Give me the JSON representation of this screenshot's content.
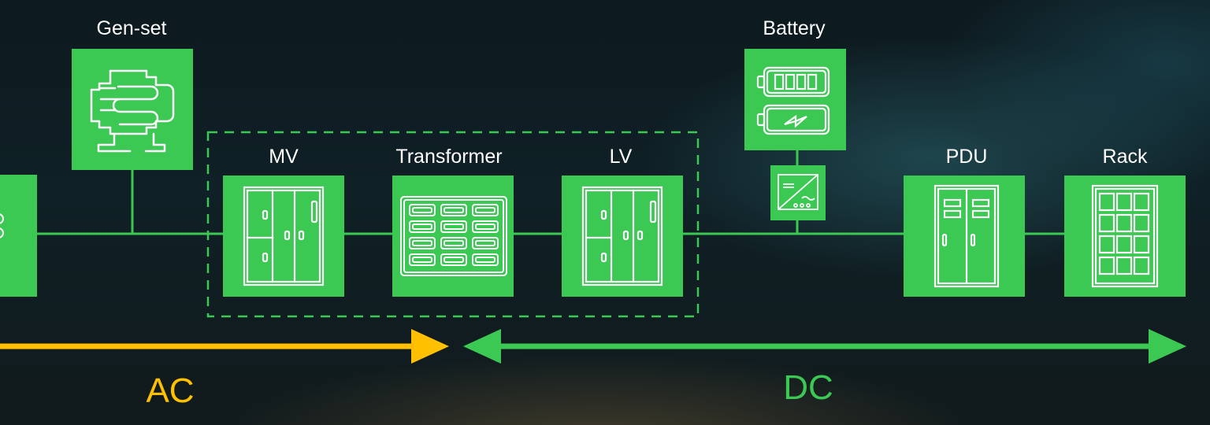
{
  "nodes": {
    "genset": {
      "label": "Gen-set",
      "icon": "generator-icon"
    },
    "battery": {
      "label": "Battery",
      "icon": "battery-icon"
    },
    "mv": {
      "label": "MV",
      "icon": "switchgear-cabinet-icon"
    },
    "transformer": {
      "label": "Transformer",
      "icon": "transformer-icon"
    },
    "lv": {
      "label": "LV",
      "icon": "switchgear-cabinet-icon"
    },
    "pdu": {
      "label": "PDU",
      "icon": "pdu-cabinet-icon"
    },
    "rack": {
      "label": "Rack",
      "icon": "server-rack-icon"
    },
    "converter": {
      "icon": "converter-icon"
    }
  },
  "sections": {
    "ac": {
      "label": "AC",
      "color": "#FFC000"
    },
    "dc": {
      "label": "DC",
      "color": "#3CC953"
    }
  },
  "colors": {
    "node_fill": "#3CC953",
    "line": "#3CC953",
    "icon_stroke": "#FFFFFF"
  }
}
